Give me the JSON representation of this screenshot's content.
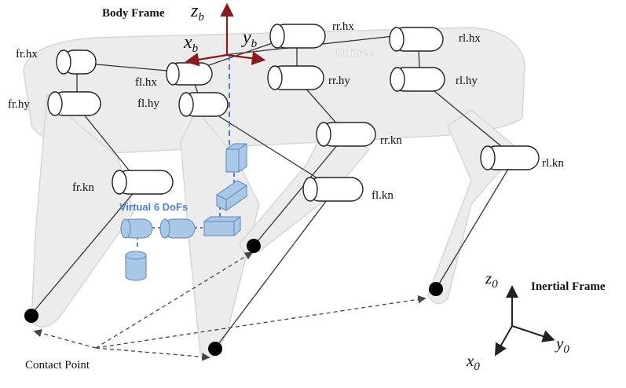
{
  "labels": {
    "body_frame": "Body Frame",
    "inertial_frame": "Inertial Frame",
    "contact_point": "Contact Point",
    "virtual_dofs": "Virtual 6 DoFs",
    "brand": "Unitree"
  },
  "axes": {
    "body": {
      "z": "z",
      "x": "x",
      "y": "y",
      "sub": "b"
    },
    "inertial": {
      "z": "z",
      "x": "x",
      "y": "y",
      "sub": "0"
    }
  },
  "joints": {
    "fr_hx": "fr.hx",
    "fr_hy": "fr.hy",
    "fr_kn": "fr.kn",
    "fl_hx": "fl.hx",
    "fl_hy": "fl.hy",
    "fl_kn": "fl.kn",
    "rr_hx": "rr.hx",
    "rr_hy": "rr.hy",
    "rr_kn": "rr.kn",
    "rl_hx": "rl.hx",
    "rl_hy": "rl.hy",
    "rl_kn": "rl.kn"
  },
  "colors": {
    "body_axis": "#8b1a1a",
    "virtual": "#4a7fe0",
    "robot_fill": "#ececec",
    "robot_edge": "#cfcfcf",
    "link": "#333333"
  }
}
